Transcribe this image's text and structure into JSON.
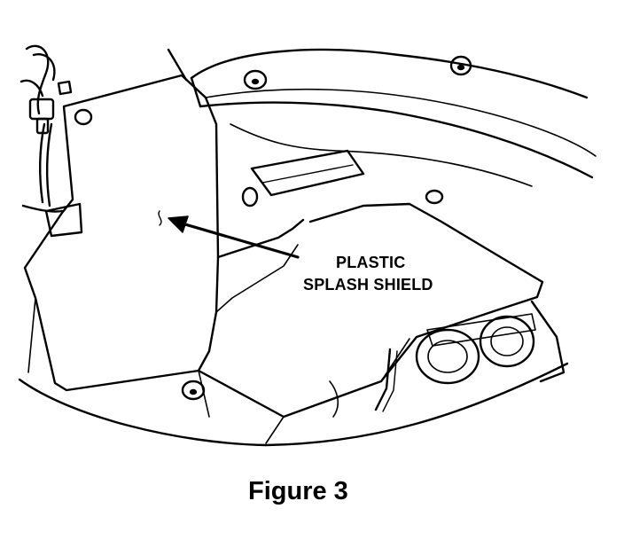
{
  "figure": {
    "callout": {
      "line1": "PLASTIC",
      "line2": "SPLASH SHIELD"
    },
    "caption": "Figure 3"
  },
  "colors": {
    "ink": "#000000",
    "paper": "#ffffff"
  }
}
